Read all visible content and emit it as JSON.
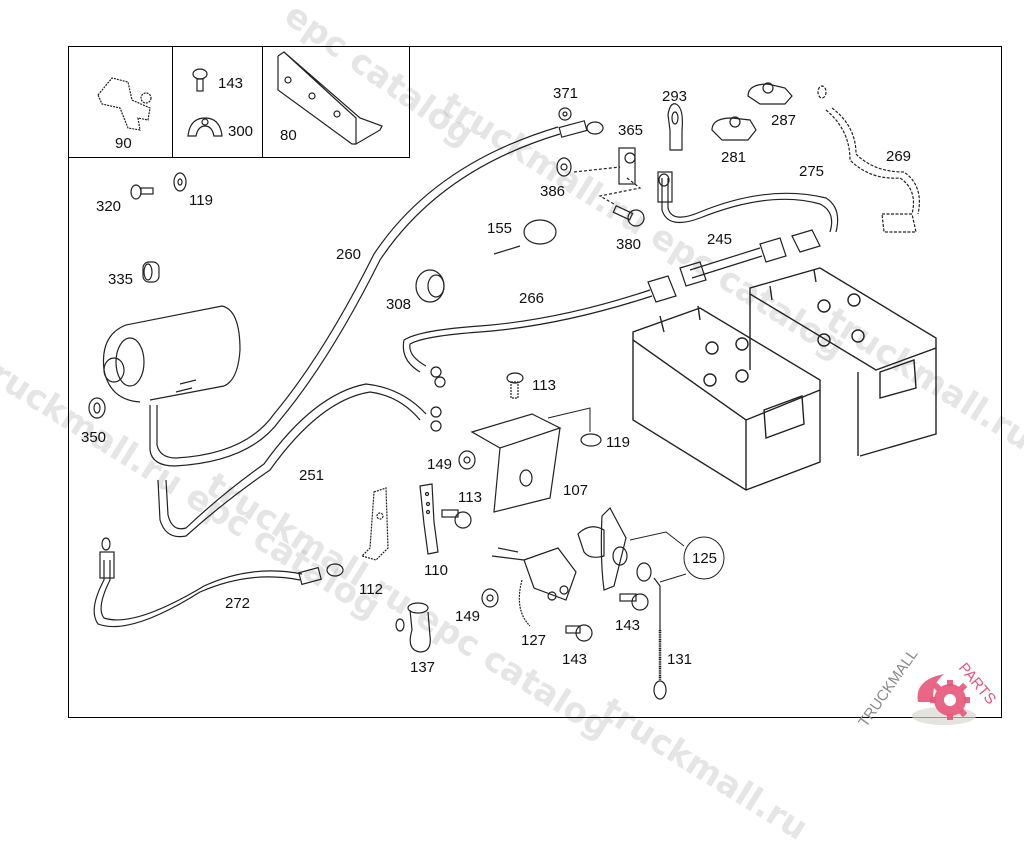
{
  "diagram": {
    "title": "Starter / battery wiring parts diagram",
    "inset_labels": [
      {
        "id": "90",
        "text": "90"
      },
      {
        "id": "143a",
        "text": "143"
      },
      {
        "id": "300",
        "text": "300"
      },
      {
        "id": "80",
        "text": "80"
      }
    ],
    "part_labels": [
      {
        "text": "371"
      },
      {
        "text": "293"
      },
      {
        "text": "365"
      },
      {
        "text": "287"
      },
      {
        "text": "281"
      },
      {
        "text": "386"
      },
      {
        "text": "275"
      },
      {
        "text": "269"
      },
      {
        "text": "380"
      },
      {
        "text": "155"
      },
      {
        "text": "245"
      },
      {
        "text": "320"
      },
      {
        "text": "119"
      },
      {
        "text": "260"
      },
      {
        "text": "335"
      },
      {
        "text": "308"
      },
      {
        "text": "266"
      },
      {
        "text": "113"
      },
      {
        "text": "350"
      },
      {
        "text": "119"
      },
      {
        "text": "149"
      },
      {
        "text": "251"
      },
      {
        "text": "113"
      },
      {
        "text": "107"
      },
      {
        "text": "112"
      },
      {
        "text": "110"
      },
      {
        "text": "125"
      },
      {
        "text": "272"
      },
      {
        "text": "149"
      },
      {
        "text": "143"
      },
      {
        "text": "127"
      },
      {
        "text": "143"
      },
      {
        "text": "131"
      },
      {
        "text": "137"
      }
    ],
    "watermarks": [
      "epc catalog",
      "truckmall.ru epc catalog",
      "truckmall.ru",
      "truckmall.ru epc catalog",
      "truckmall.ru e"
    ],
    "logo": {
      "text_dark": "TRUCKMALL",
      "text_accent": "PARTS",
      "accent_color": "#e8557a",
      "gray_color": "#8a8a8a"
    }
  }
}
